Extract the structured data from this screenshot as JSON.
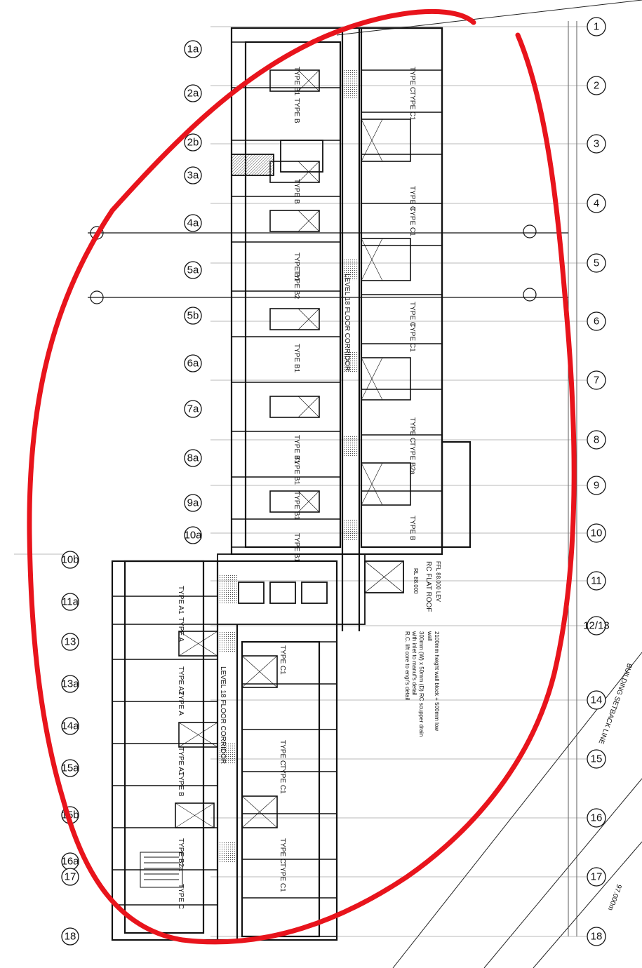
{
  "grid_right": [
    "1",
    "2",
    "3",
    "4",
    "5",
    "6",
    "7",
    "8",
    "9",
    "10",
    "11",
    "12/13",
    "14",
    "15",
    "16",
    "17",
    "18"
  ],
  "grid_left_upper": [
    "1a",
    "2a",
    "2b",
    "3a",
    "4a",
    "5a",
    "5b",
    "6a",
    "7a",
    "8a",
    "9a",
    "10a"
  ],
  "grid_left_lower": [
    "10b",
    "11a",
    "13",
    "13a",
    "14a",
    "15a",
    "15b",
    "16a",
    "17"
  ],
  "grid_left_bottom": "18",
  "corridor_labels": {
    "upper": "LEVEL 18 FLOOR CORRIDOR",
    "lower": "LEVEL 18 FLOOR CORRIDOR"
  },
  "unit_types": {
    "upper_left": [
      "TYPE B1",
      "TYPE B",
      "TYPE B",
      "TYPE B1",
      "TYPE B2",
      "TYPE B1",
      "TYPE B1",
      "TYPE B1",
      "TYPE B1",
      "TYPE B1"
    ],
    "upper_right": [
      "TYPE C",
      "TYPE C1",
      "TYPE C",
      "TYPE C1",
      "TYPE C",
      "TYPE C1",
      "TYPE C",
      "TYPE B2a",
      "TYPE B"
    ],
    "lower_left": [
      "TYPE A1",
      "TYPE A",
      "TYPE A2",
      "TYPE A",
      "TYPE A1",
      "TYPE B",
      "TYPE B2a",
      "TYPE C"
    ],
    "lower_right": [
      "TYPE C1",
      "TYPE C",
      "TYPE C1",
      "TYPE C",
      "TYPE C1"
    ]
  },
  "notes": {
    "roof": "RC FLAT ROOF",
    "roof_level": "FFL 88.000 LEV",
    "level_tag": "RL 88.000",
    "wall_note_1": "2100mm height wall block + 500mm low",
    "wall_note_2": "wall",
    "wall_note_3": "300mm (W) x 50mm (D) RC scupper drain",
    "wall_note_4": "with inlet to manuf's detail",
    "wall_note_5": "R.C. lift core to engr's detail"
  },
  "setback": {
    "label": "BUILDING SETBACK LINE",
    "dimension": "97.000m"
  },
  "colors": {
    "highlight": "#e8141c",
    "ink": "#111111",
    "hatch": "#888888"
  }
}
